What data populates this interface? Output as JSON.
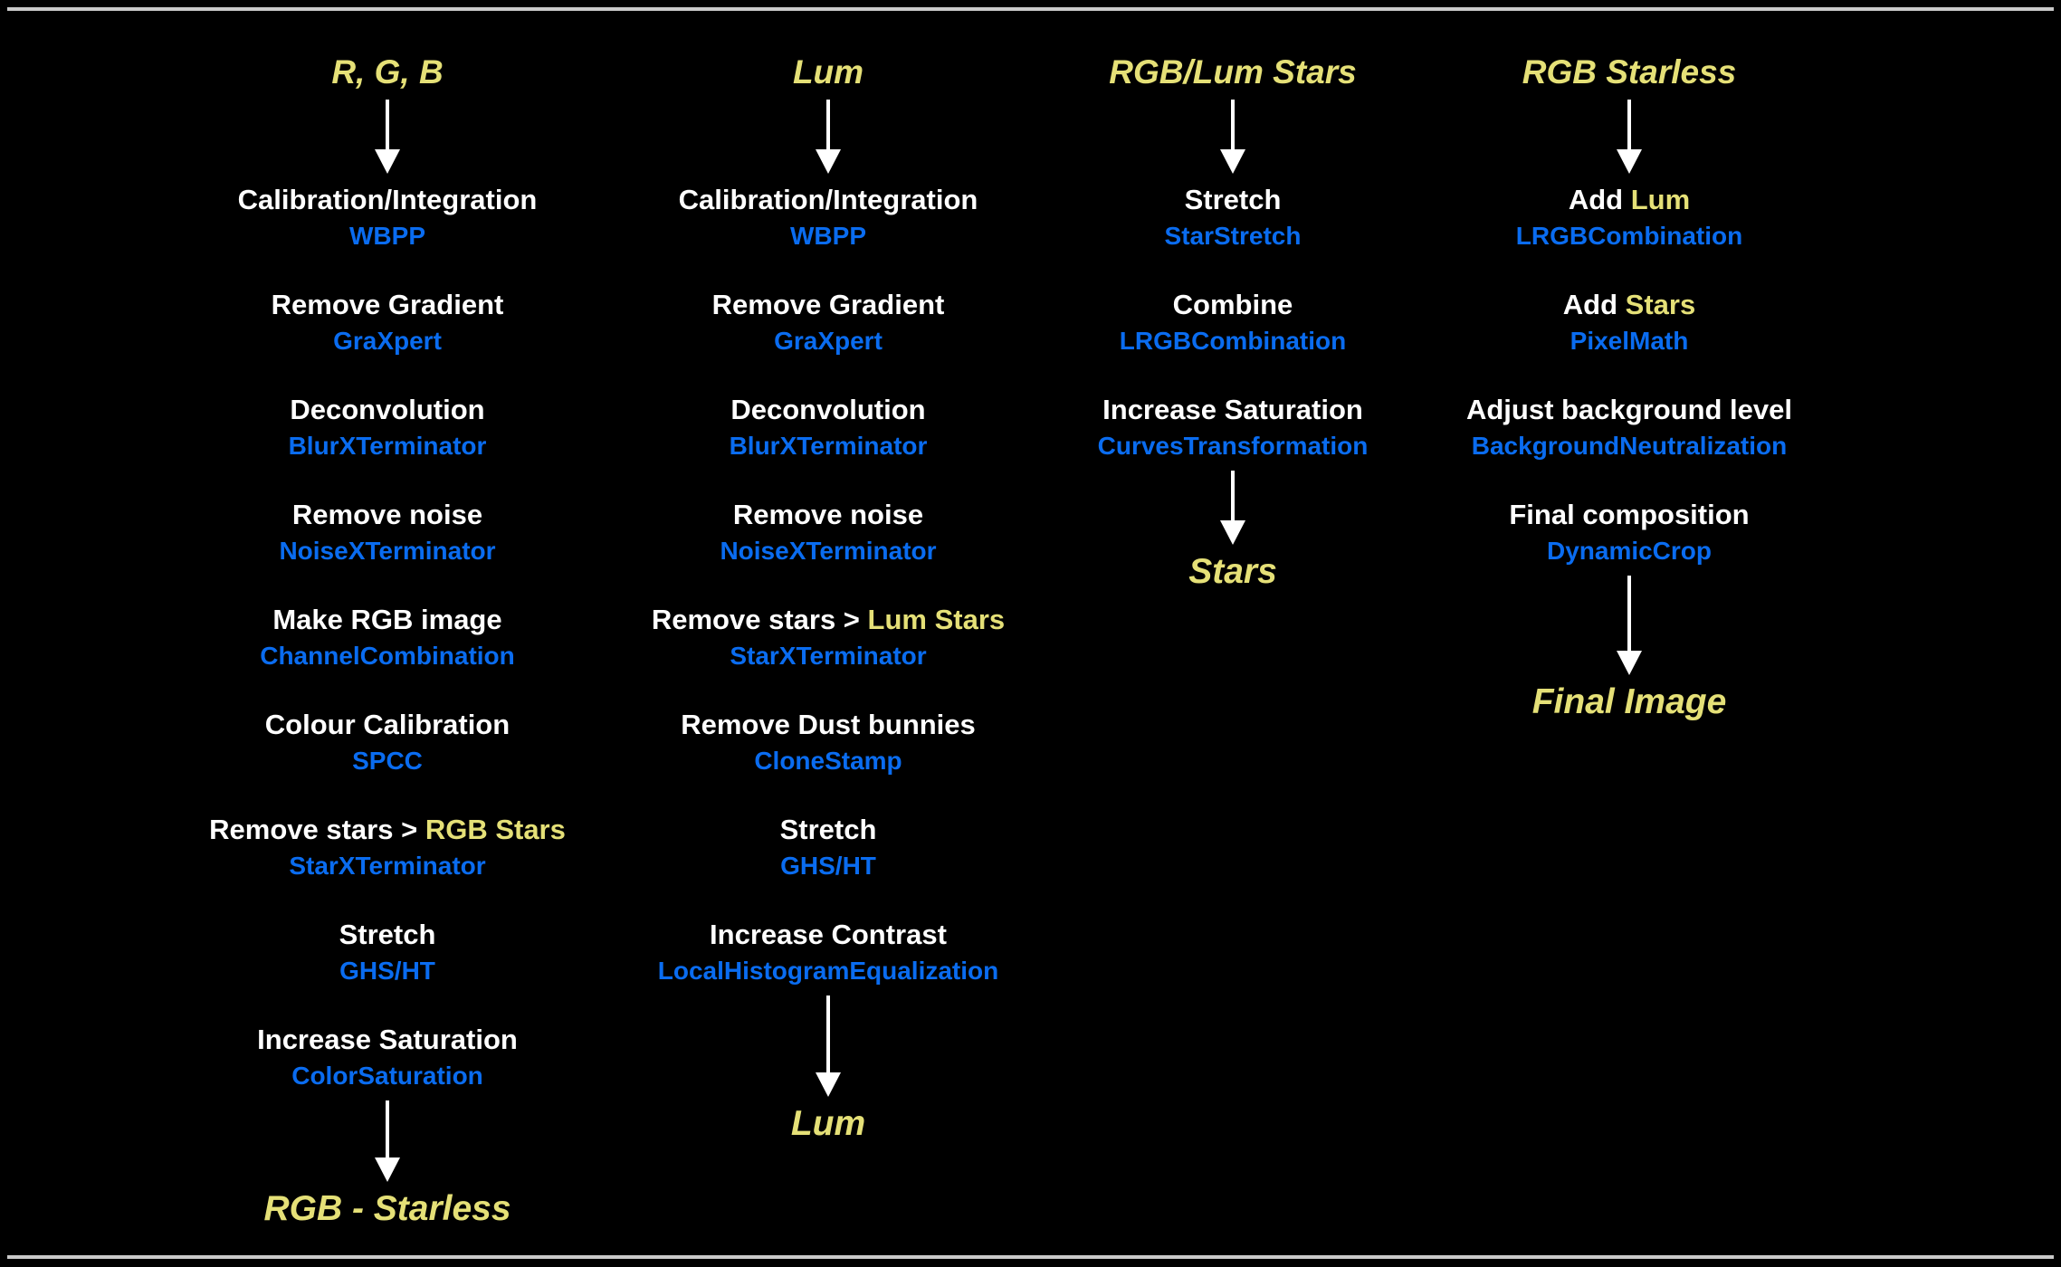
{
  "colors": {
    "background": "#000000",
    "rule": "#c9c9c9",
    "title_white": "#ffffff",
    "tool_blue": "#0a6cf0",
    "accent_yellow": "#e5e077",
    "arrow_white": "#ffffff"
  },
  "columns": [
    {
      "id": "rgb",
      "header": "R, G, B",
      "steps": [
        {
          "title": [
            {
              "text": "Calibration/Integration"
            }
          ],
          "tool": "WBPP"
        },
        {
          "title": [
            {
              "text": "Remove Gradient"
            }
          ],
          "tool": "GraXpert"
        },
        {
          "title": [
            {
              "text": "Deconvolution"
            }
          ],
          "tool": "BlurXTerminator"
        },
        {
          "title": [
            {
              "text": "Remove noise"
            }
          ],
          "tool": "NoiseXTerminator"
        },
        {
          "title": [
            {
              "text": "Make RGB image"
            }
          ],
          "tool": "ChannelCombination"
        },
        {
          "title": [
            {
              "text": "Colour Calibration"
            }
          ],
          "tool": "SPCC"
        },
        {
          "title": [
            {
              "text": "Remove stars > "
            },
            {
              "text": "RGB Stars",
              "highlight": true
            }
          ],
          "tool": "StarXTerminator"
        },
        {
          "title": [
            {
              "text": "Stretch"
            }
          ],
          "tool": "GHS/HT"
        },
        {
          "title": [
            {
              "text": "Increase Saturation"
            }
          ],
          "tool": "ColorSaturation"
        }
      ],
      "terminal": "RGB - Starless"
    },
    {
      "id": "lum",
      "header": "Lum",
      "steps": [
        {
          "title": [
            {
              "text": "Calibration/Integration"
            }
          ],
          "tool": "WBPP"
        },
        {
          "title": [
            {
              "text": "Remove Gradient"
            }
          ],
          "tool": "GraXpert"
        },
        {
          "title": [
            {
              "text": "Deconvolution"
            }
          ],
          "tool": "BlurXTerminator"
        },
        {
          "title": [
            {
              "text": "Remove noise"
            }
          ],
          "tool": "NoiseXTerminator"
        },
        {
          "title": [
            {
              "text": "Remove stars > "
            },
            {
              "text": "Lum Stars",
              "highlight": true
            }
          ],
          "tool": "StarXTerminator"
        },
        {
          "title": [
            {
              "text": "Remove Dust bunnies"
            }
          ],
          "tool": "CloneStamp"
        },
        {
          "title": [
            {
              "text": "Stretch"
            }
          ],
          "tool": "GHS/HT"
        },
        {
          "title": [
            {
              "text": "Increase Contrast"
            }
          ],
          "tool": "LocalHistogramEqualization"
        }
      ],
      "terminal": "Lum"
    },
    {
      "id": "rgb-lum-stars",
      "header": "RGB/Lum Stars",
      "steps": [
        {
          "title": [
            {
              "text": "Stretch"
            }
          ],
          "tool": "StarStretch"
        },
        {
          "title": [
            {
              "text": "Combine"
            }
          ],
          "tool": "LRGBCombination"
        },
        {
          "title": [
            {
              "text": "Increase Saturation"
            }
          ],
          "tool": "CurvesTransformation"
        }
      ],
      "terminal": "Stars"
    },
    {
      "id": "rgb-starless",
      "header": "RGB Starless",
      "steps": [
        {
          "title": [
            {
              "text": "Add "
            },
            {
              "text": "Lum",
              "highlight": true
            }
          ],
          "tool": "LRGBCombination"
        },
        {
          "title": [
            {
              "text": "Add "
            },
            {
              "text": "Stars",
              "highlight": true
            }
          ],
          "tool": "PixelMath"
        },
        {
          "title": [
            {
              "text": "Adjust background level"
            }
          ],
          "tool": "BackgroundNeutralization"
        },
        {
          "title": [
            {
              "text": "Final composition"
            }
          ],
          "tool": "DynamicCrop"
        }
      ],
      "terminal": "Final Image"
    }
  ]
}
